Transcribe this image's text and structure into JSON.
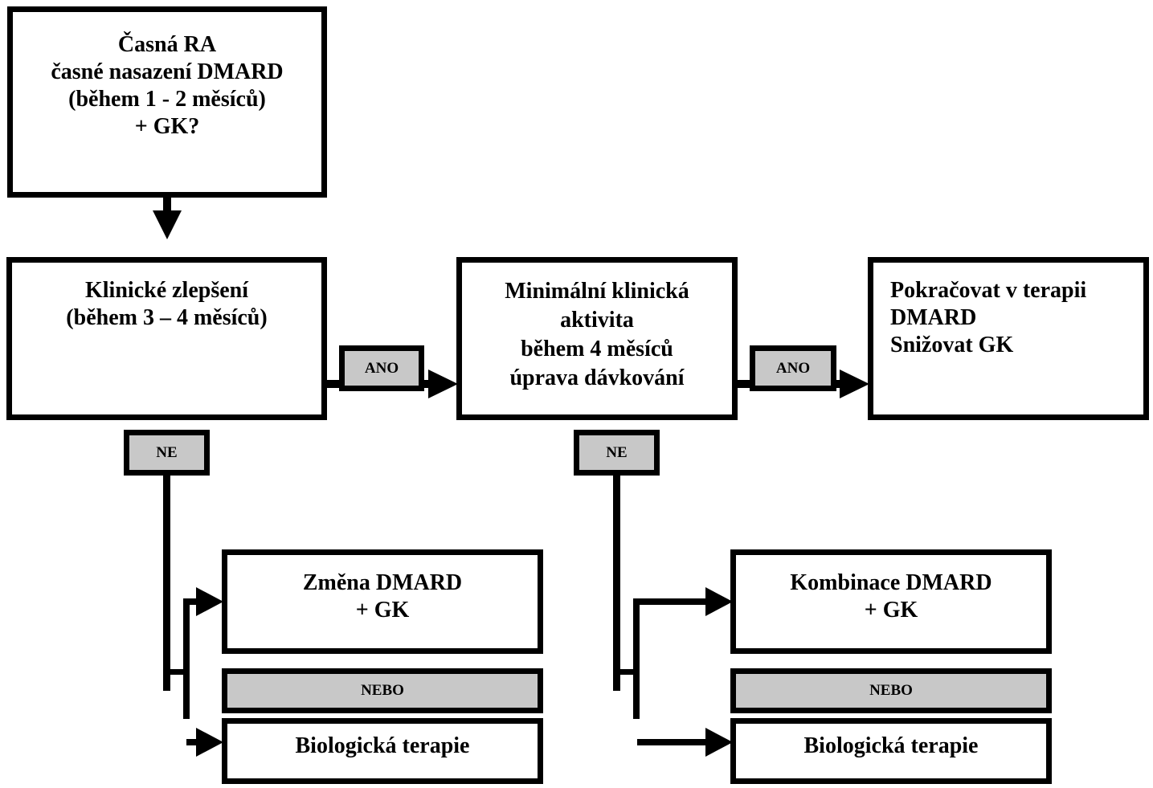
{
  "diagram": {
    "nodes": {
      "early_ra": {
        "lines": [
          "Časná RA",
          "časné nasazení DMARD",
          "(během 1 - 2 měsíců)",
          "+ GK?"
        ]
      },
      "clinical_improvement": {
        "lines": [
          "Klinické zlepšení",
          "(během 3 – 4 měsíců)"
        ]
      },
      "minimal_activity": {
        "lines": [
          "Minimální klinická",
          "aktivita",
          "během 4 měsíců",
          "úprava dávkování"
        ]
      },
      "continue_therapy": {
        "lines": [
          "Pokračovat v terapii",
          "DMARD",
          "Snižovat GK"
        ]
      },
      "change_dmard": {
        "lines": [
          "Změna DMARD",
          "+ GK"
        ]
      },
      "bio_left": {
        "lines": [
          "Biologická terapie"
        ]
      },
      "combination_dmard": {
        "lines": [
          "Kombinace DMARD",
          "+ GK"
        ]
      },
      "bio_right": {
        "lines": [
          "Biologická terapie"
        ]
      }
    },
    "labels": {
      "yes_1": "ANO",
      "yes_2": "ANO",
      "no_1": "NE",
      "no_2": "NE",
      "or_1": "NEBO",
      "or_2": "NEBO"
    },
    "colors": {
      "stroke": "#000000",
      "label_fill": "#c8c8c8",
      "box_fill": "#ffffff"
    }
  }
}
